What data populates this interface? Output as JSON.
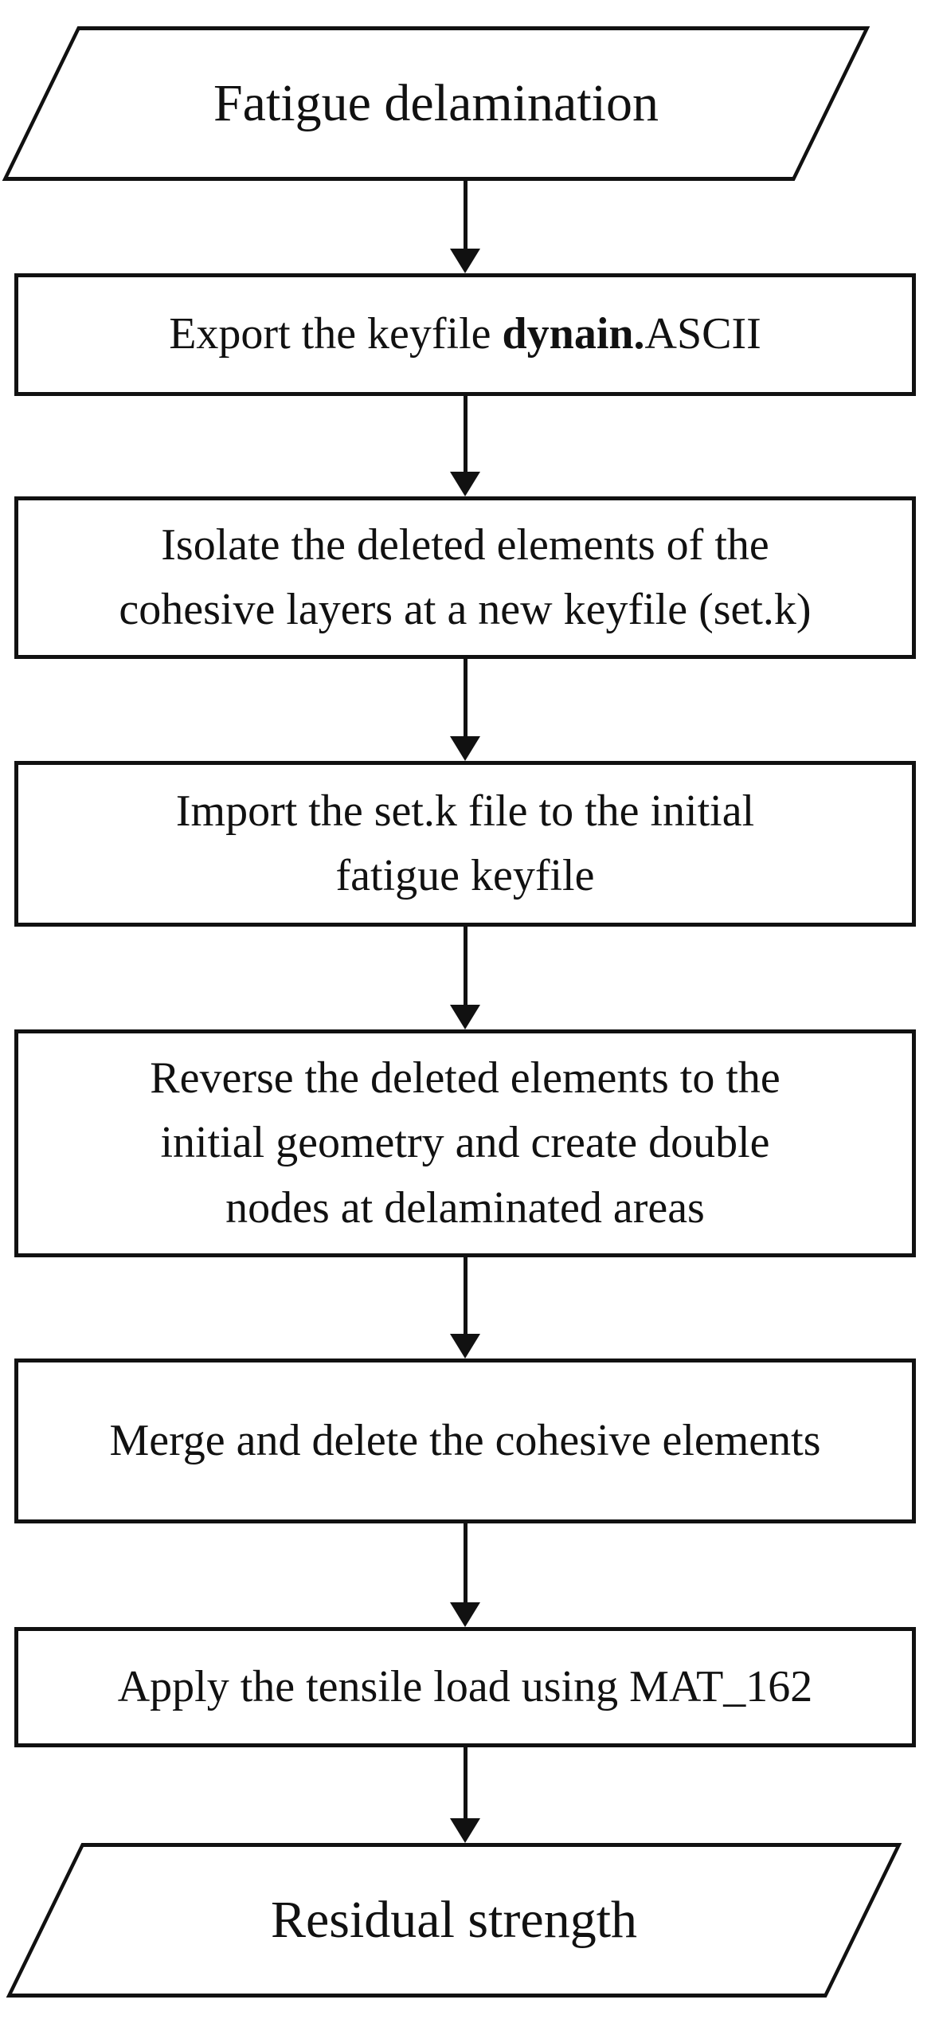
{
  "colors": {
    "background": "#ffffff",
    "line": "#111111",
    "text": "#111111"
  },
  "flowchart": {
    "nodes": [
      {
        "id": "start",
        "shape": "parallelogram",
        "label": "Fatigue delamination"
      },
      {
        "id": "export-keyfile",
        "shape": "rectangle",
        "label_prefix": "Export the keyfile ",
        "label_bold": "dynain.",
        "label_suffix": "ASCII"
      },
      {
        "id": "isolate-elements",
        "shape": "rectangle",
        "label": "Isolate the deleted elements of the\ncohesive layers at a new keyfile (set.k)"
      },
      {
        "id": "import-setk",
        "shape": "rectangle",
        "label": "Import the set.k file to the initial\nfatigue keyfile"
      },
      {
        "id": "reverse-elements",
        "shape": "rectangle",
        "label": "Reverse the deleted elements to the\ninitial geometry and create double\nnodes at delaminated areas"
      },
      {
        "id": "merge-delete",
        "shape": "rectangle",
        "label": "Merge and delete the cohesive elements"
      },
      {
        "id": "apply-load",
        "shape": "rectangle",
        "label": "Apply the tensile load using MAT_162"
      },
      {
        "id": "end",
        "shape": "parallelogram",
        "label": "Residual strength"
      }
    ],
    "connections": [
      {
        "from": "start",
        "to": "export-keyfile"
      },
      {
        "from": "export-keyfile",
        "to": "isolate-elements"
      },
      {
        "from": "isolate-elements",
        "to": "import-setk"
      },
      {
        "from": "import-setk",
        "to": "reverse-elements"
      },
      {
        "from": "reverse-elements",
        "to": "merge-delete"
      },
      {
        "from": "merge-delete",
        "to": "apply-load"
      },
      {
        "from": "apply-load",
        "to": "end"
      }
    ]
  }
}
